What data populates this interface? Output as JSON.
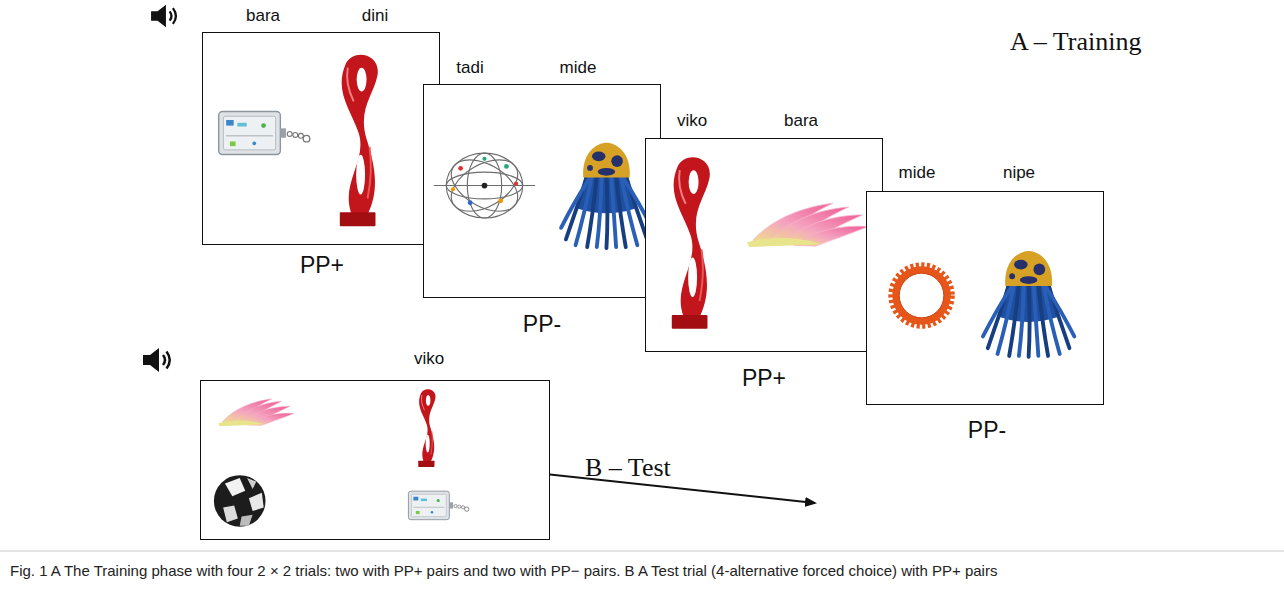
{
  "diagram": {
    "caption": "Fig. 1 A The Training phase with four 2 × 2 trials: two with PP+ pairs and two with PP− pairs. B A Test trial (4-alternative forced choice) with PP+ pairs",
    "nodes": [
      {
        "text": [
          "bara",
          "dini",
          "PP+"
        ]
      },
      {
        "text": [
          "tadi",
          "mide",
          "PP-"
        ]
      },
      {
        "text": [
          "viko",
          "bara",
          "PP+"
        ]
      },
      {
        "text": [
          "mide",
          "nipe",
          "PP-"
        ]
      },
      {
        "text": [
          "viko"
        ]
      }
    ],
    "labels": [
      "A – Training",
      "B – Test"
    ]
  }
}
